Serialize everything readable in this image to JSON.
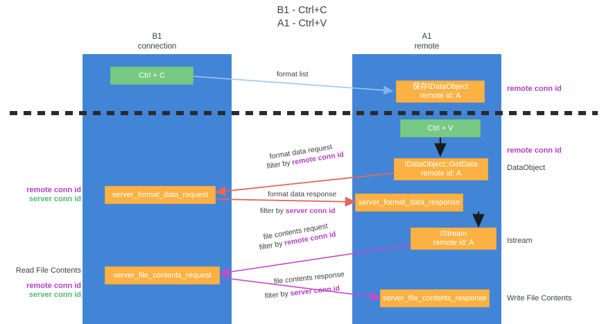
{
  "title": "B1 - Ctrl+C\nA1 - Ctrl+V",
  "lanes": [
    {
      "name": "b1",
      "header": "B1\nconnection"
    },
    {
      "name": "a1",
      "header": "A1\nremote"
    }
  ],
  "nodes": {
    "ctrl_c": "Ctrl + C",
    "ctrl_v": "Ctrl + V",
    "save_dataobject": "保存IDataObject\nremote id: A",
    "getdata": "IDataObject::GetData\nremote id: A",
    "server_format_data_request": "server_format_data_request",
    "server_format_data_response": "server_format_data_response",
    "istream": "IStream\nremote id: A",
    "server_file_contents_request": "server_file_contents_request",
    "server_file_contents_response": "server_file_contents_response"
  },
  "edge_labels": {
    "format_list": "format list",
    "format_data_request": "format data request",
    "format_data_request_filter_prefix": "filter by ",
    "format_data_request_filter_key": "remote conn id",
    "format_data_response": "format data response",
    "format_data_response_filter_prefix": "filter by ",
    "format_data_response_filter_key": "server conn id",
    "file_contents_request": "file contents request",
    "file_contents_request_filter_prefix": "filter by ",
    "file_contents_request_filter_key": "remote conn id",
    "file_contents_response": "file contents response",
    "file_contents_response_filter_prefix": "filter by ",
    "file_contents_response_filter_key": "server conn id"
  },
  "annotations": {
    "right_remote_conn_id_top": "remote conn id",
    "right_remote_conn_id_mid": "remote conn id",
    "right_dataobject": "DataObject",
    "right_istream": "Istream",
    "right_write_file_contents": "Write File Contents",
    "left_remote_conn_id": "remote conn id",
    "left_server_conn_id": "server conn id",
    "left_read_file_contents": "Read File Contents",
    "left_remote_conn_id_2": "remote conn id",
    "left_server_conn_id_2": "server conn id"
  },
  "colors": {
    "lane": "#4285d6",
    "green_node": "#77c983",
    "orange_node": "#fbb143",
    "purple_text": "#b23fc4",
    "green_text": "#56b96a",
    "red_arrow": "#e8645a",
    "magenta_arrow": "#cc44cc",
    "blue_arrow": "#9ec8ef",
    "divider": "#2b2b2b"
  }
}
